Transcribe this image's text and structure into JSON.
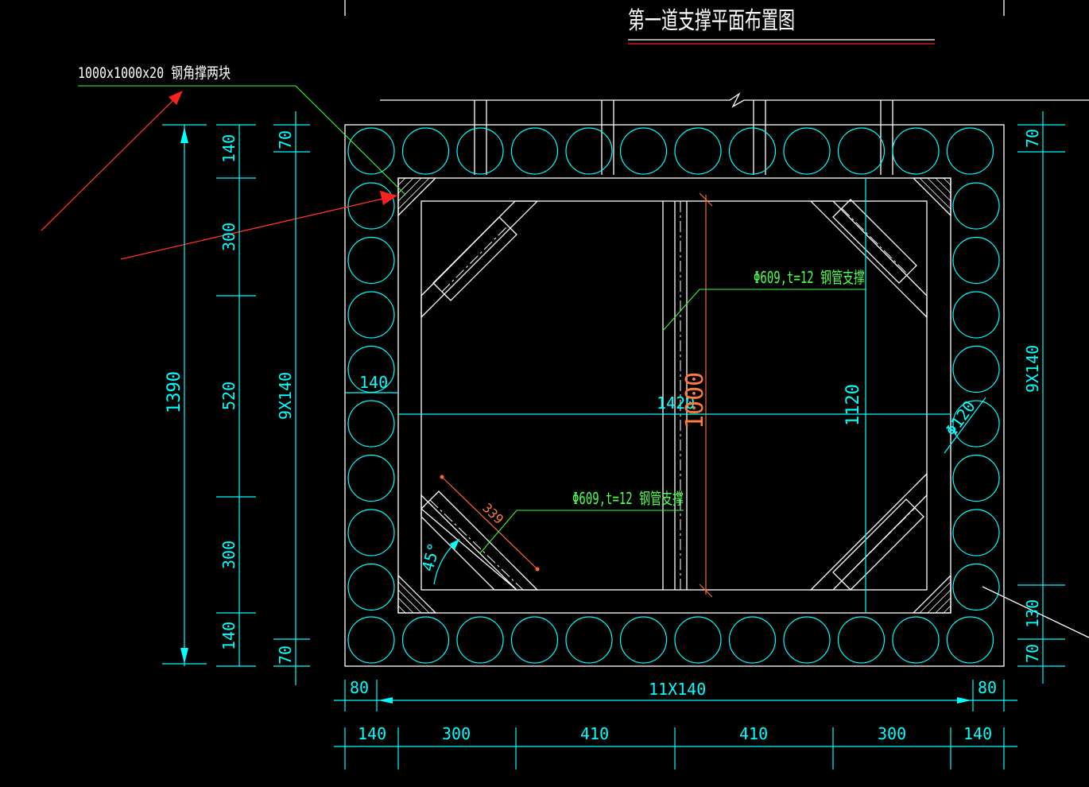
{
  "title": "第一道支撑平面布置图",
  "labels": {
    "corner_plate": "1000x1000x20 钢角撑两块",
    "steel_pipe_1": "Φ609,t=12 钢管支撑",
    "steel_pipe_2": "Φ609,t=12 钢管支撑",
    "pile_dia": "Φ120",
    "angle": "45°",
    "diag_length": "339",
    "red_vertical": "1000"
  },
  "dims": {
    "left_outer_total": "1390",
    "left_140_top": "140",
    "left_300_top": "300",
    "left_520": "520",
    "left_300_bottom": "300",
    "left_140_bottom": "140",
    "left_inner_9x140": "9X140",
    "left_70_top": "70",
    "left_70_bottom": "70",
    "inner_140": "140",
    "inner_1420": "1420",
    "inner_1120": "1120",
    "right_70_top": "70",
    "right_9x140": "9X140",
    "right_130": "130",
    "right_70_bottom": "70",
    "bottom_80_left": "80",
    "bottom_11x140": "11X140",
    "bottom_80_right": "80",
    "bottom_140_left": "140",
    "bottom_300_left": "300",
    "bottom_410_left": "410",
    "bottom_410_right": "410",
    "bottom_300_right": "300",
    "bottom_140_right": "140"
  },
  "colors": {
    "background": "#000000",
    "structure": "#ffffff",
    "dimension": "#00ffff",
    "annotation": "#33ff33",
    "orange_dim": "#ff6a2a",
    "arrow": "#ff2020"
  }
}
